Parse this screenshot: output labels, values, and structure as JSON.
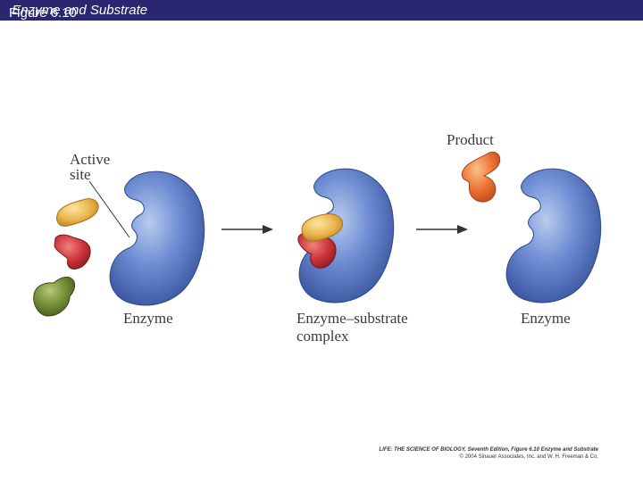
{
  "title": {
    "figure": "Figure 6.10",
    "caption": "Enzyme and Substrate"
  },
  "labels": {
    "active_site_line1": "Active",
    "active_site_line2": "site",
    "product": "Product",
    "enzyme_left": "Enzyme",
    "complex_line1": "Enzyme–substrate",
    "complex_line2": "complex",
    "enzyme_right": "Enzyme"
  },
  "credit": {
    "line1": "LIFE: THE SCIENCE OF BIOLOGY, Seventh Edition, Figure 6.10 Enzyme and Substrate",
    "line2": "© 2004 Sinauer Associates, Inc. and W. H. Freeman & Co."
  },
  "colors": {
    "title_bar": "#2a2670",
    "enzyme_blue": "#4a6ab8",
    "substrate_yellow": "#e8b84a",
    "substrate_red": "#c8343a",
    "substrate_green": "#6e8a32",
    "product_orange": "#e86a2a",
    "arrow": "#333333"
  },
  "icons": [
    "enzyme-shape",
    "substrate-shape",
    "reaction-arrow"
  ]
}
